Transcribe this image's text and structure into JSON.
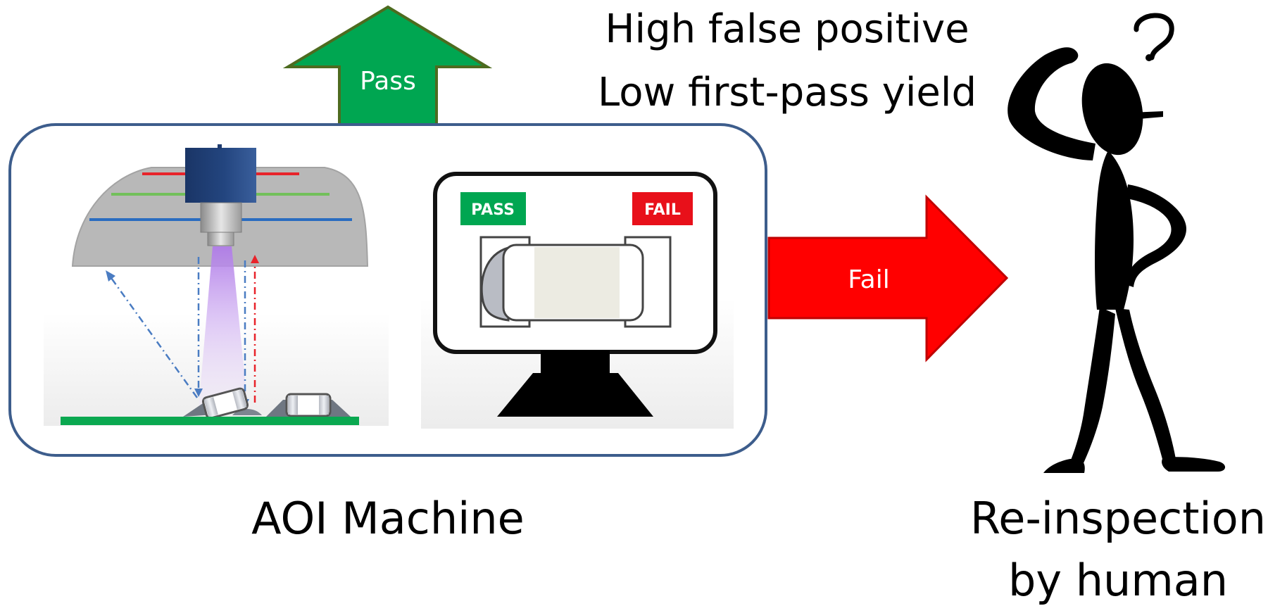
{
  "arrows": {
    "pass_label": "Pass",
    "fail_label": "Fail",
    "pass_color": "#00a651",
    "pass_border": "#4d6b1f",
    "fail_color": "#ff0000",
    "fail_border": "#c00000"
  },
  "monitor": {
    "pass_badge": "PASS",
    "fail_badge": "FAIL",
    "pass_badge_color": "#00a651",
    "fail_badge_color": "#e8101a"
  },
  "issues": {
    "line1": "High false positive",
    "line2": "Low first-pass yield"
  },
  "labels": {
    "machine": "AOI Machine",
    "reinspection_line1": "Re-inspection",
    "reinspection_line2": "by human"
  },
  "colors": {
    "machine_border": "#3d5d8c",
    "pcb": "#0aa850",
    "camera": "#1f3c70",
    "dome": "#b8b8b8",
    "light_red": "#e8232a",
    "light_green": "#72c05a",
    "light_blue": "#2a6cc0",
    "beam": "#c9a3ef"
  },
  "icons": {
    "person": "thinking-person-icon",
    "question": "question-mark-icon"
  }
}
